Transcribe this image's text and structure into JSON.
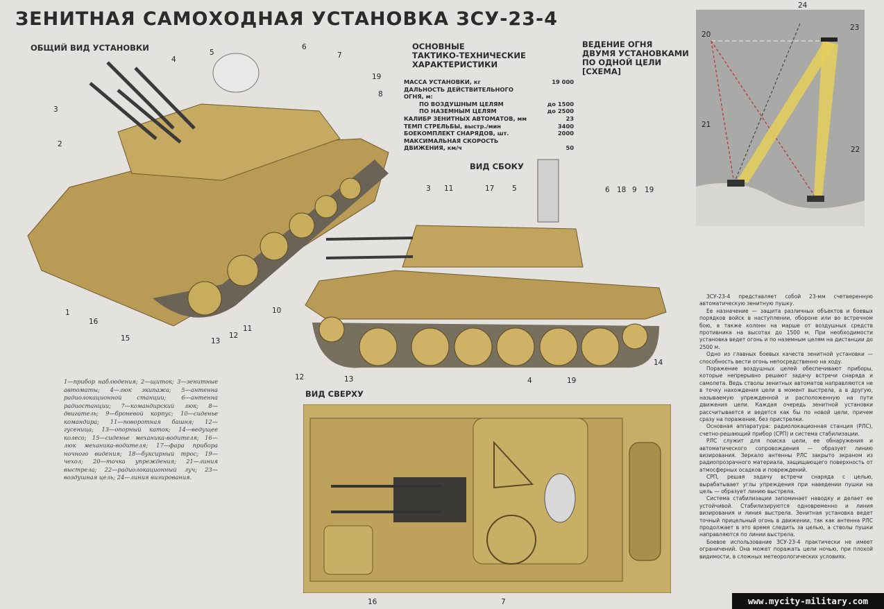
{
  "title": "ЗЕНИТНАЯ САМОХОДНАЯ УСТАНОВКА ЗСУ-23-4",
  "general_view": {
    "heading": "ОБЩИЙ ВИД УСТАНОВКИ",
    "callouts": [
      "1",
      "2",
      "3",
      "4",
      "5",
      "6",
      "7",
      "8",
      "19",
      "10",
      "11",
      "12",
      "13",
      "15",
      "16"
    ]
  },
  "specs": {
    "heading": [
      "ОСНОВНЫЕ",
      "ТАКТИКО-ТЕХНИЧЕСКИЕ",
      "ХАРАКТЕРИСТИКИ"
    ],
    "rows": [
      {
        "label": "МАССА УСТАНОВКИ, кг",
        "value": "19 000"
      },
      {
        "label": "ДАЛЬНОСТЬ ДЕЙСТВИТЕЛЬНОГО",
        "value": ""
      },
      {
        "label": "ОГНЯ, м:",
        "value": ""
      },
      {
        "label": "ПО ВОЗДУШНЫМ ЦЕЛЯМ",
        "value": "до 1500"
      },
      {
        "label": "ПО НАЗЕМНЫМ ЦЕЛЯМ",
        "value": "до 2500"
      },
      {
        "label": "КАЛИБР ЗЕНИТНЫХ АВТОМАТОВ, мм",
        "value": "23"
      },
      {
        "label": "ТЕМП СТРЕЛЬБЫ, выстр./мин",
        "value": "3400"
      },
      {
        "label": "БОЕКОМПЛЕКТ СНАРЯДОВ, шт.",
        "value": "2000"
      },
      {
        "label": "МАКСИМАЛЬНАЯ СКОРОСТЬ",
        "value": ""
      },
      {
        "label": "ДВИЖЕНИЯ, км/ч",
        "value": "50"
      }
    ]
  },
  "fire_scheme": {
    "heading": [
      "ВЕДЕНИЕ ОГНЯ",
      "ДВУМЯ УСТАНОВКАМИ",
      "ПО ОДНОЙ ЦЕЛИ",
      "[СХЕМА]"
    ],
    "callouts": [
      "20",
      "24",
      "23",
      "21",
      "22"
    ]
  },
  "side_view": {
    "heading": "ВИД СБОКУ",
    "callouts": [
      "3",
      "11",
      "17",
      "5",
      "6",
      "18",
      "9",
      "19",
      "12",
      "13",
      "14"
    ]
  },
  "top_view": {
    "heading": "ВИД СВЕРХУ",
    "callouts": [
      "4",
      "19",
      "16",
      "7"
    ]
  },
  "legend": "1—прибор наблюдения; 2—щиток; 3—зенитные автоматы; 4—люк экипажа; 5—антенна радиолокационной станции; 6—антенна радиостанции; 7—командирский люк; 8—двигатель; 9—броневой корпус; 10—сиденье командира; 11—поворотная башня; 12—гусеница; 13—опорный каток; 14—ведущее колесо; 15—сиденье механика-водителя; 16—люк механика-водителя; 17—фара прибора ночного видения; 18—буксирный трос; 19—чехол; 20—точка упреждения; 21—линия выстрела; 22—радиолокационный луч; 23—воздушная цель; 24—линия визирования.",
  "body": [
    "ЗСУ-23-4 представляет собой 23-мм счетверенную автоматическую зенитную пушку.",
    "Ее назначение — защита различных объектов и боевых порядков войск в наступлении, обороне или во встречном бою, а также колонн на марше от воздушных средств противника на высотах до 1500 м. При необходимости установка ведет огонь и по наземным целям на дистанции до 2500 м.",
    "Одно из главных боевых качеств зенитной установки — способность вести огонь непосредственно на ходу.",
    "Поражение воздушных целей обеспечивают приборы, которые непрерывно решают задачу встречи снаряда и самолета. Ведь стволы зенитных автоматов направляются не в точку нахождения цели в момент выстрела, а в другую, называемую упрежденной и расположенную на пути движения цели. Каждая очередь зенитной установки рассчитывается и ведется как бы по новой цели, причем сразу на поражение, без пристрелки.",
    "Основная аппаратура: радиолокационная станция (РЛС), счетно-решающий прибор (СРП) и система стабилизации.",
    "РЛС служит для поиска цели, ее обнаружения и автоматического сопровождения — образует линию визирования. Зеркало антенны РЛС закрыто экраном из радиопрозрачного материала, защищающего поверхность от атмосферных осадков и повреждений.",
    "СРП, решая задачу встречи снаряда с целью, вырабатывает углы упреждения при наведении пушки на цель — образует линию выстрела.",
    "Система стабилизации запоминает наводку и делает ее устойчивой. Стабилизируются одновременно и линия визирования и линия выстрела. Зенитная установка ведет точный прицельный огонь в движении, так как антенна РЛС продолжает в это время следить за целью, а стволы пушки направляются по линии выстрела.",
    "Боевое использование ЗСУ-23-4 практически не имеет ограничений. Она может поражать цели ночью, при плохой видимости, в сложных метеорологических условиях."
  ],
  "watermark": "www.mycity-military.com",
  "colors": {
    "background": "#e3e2de",
    "khaki": "#b99b55",
    "scheme_bg": "#a9a9a7"
  }
}
